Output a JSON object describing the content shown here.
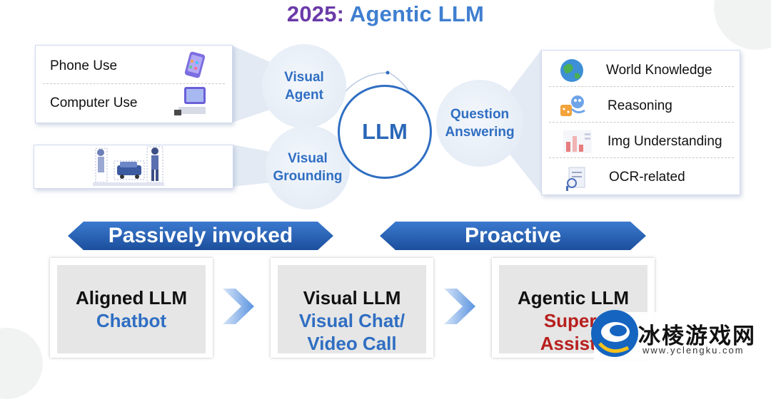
{
  "title": {
    "year": "2025:",
    "text": "Agentic LLM"
  },
  "left_panel": {
    "phone_use": "Phone Use",
    "computer_use": "Computer Use"
  },
  "bubbles": {
    "visual_agent": "Visual\nAgent",
    "visual_grounding": "Visual\nGrounding",
    "question_answering": "Question\nAnswering"
  },
  "core": {
    "label": "LLM"
  },
  "right_panel": {
    "items": [
      "World Knowledge",
      "Reasoning",
      "Img Understanding",
      "OCR-related"
    ]
  },
  "banners": {
    "passive": "Passively invoked",
    "proactive": "Proactive"
  },
  "stages": [
    {
      "title": "Aligned LLM",
      "subtitle": "Chatbot"
    },
    {
      "title": "Visual LLM",
      "subtitle": "Visual Chat/\nVideo Call"
    },
    {
      "title": "Agentic LLM",
      "subtitle": "Super-\nAssista"
    }
  ],
  "watermark": {
    "brand": "冰棱游戏网",
    "url": "www.yclengku.com"
  },
  "colors": {
    "accent": "#2f6ec2",
    "title_year": "#6a3aa8",
    "banner": "#2461b4",
    "highlight": "#b7201e"
  }
}
